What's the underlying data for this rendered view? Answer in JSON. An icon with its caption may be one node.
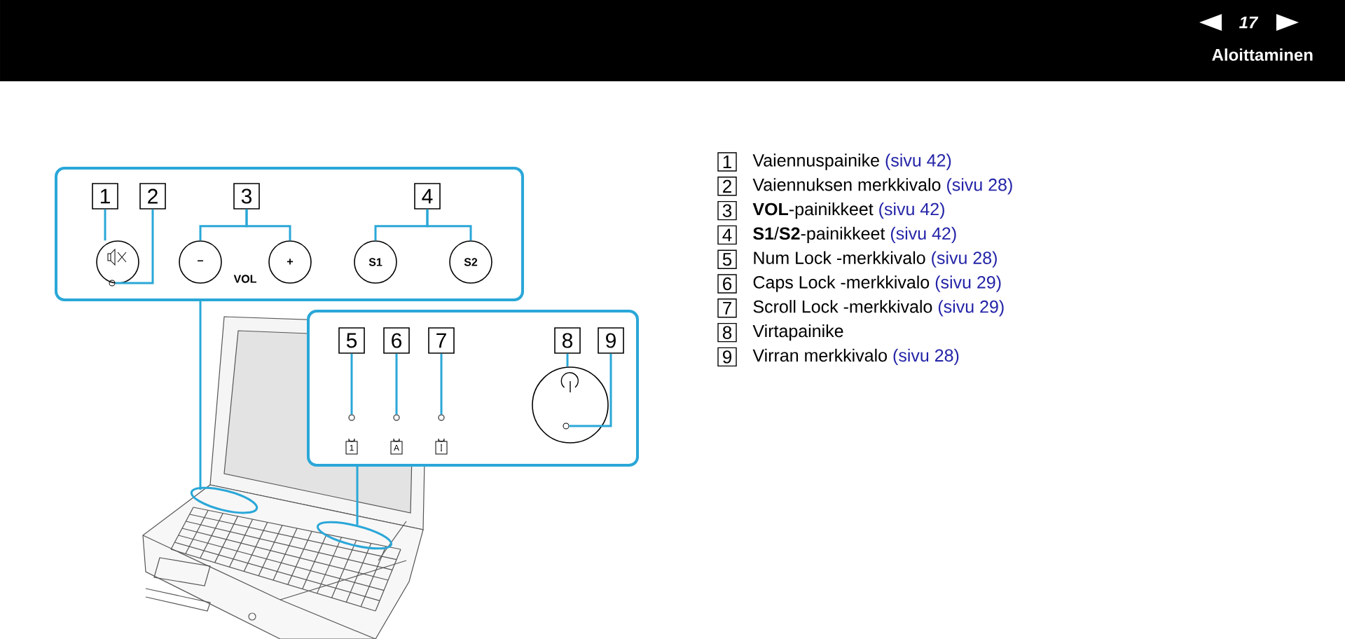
{
  "diagram": {
    "title": "Aloittaminen",
    "nodes": [
      {
        "text": [],
        "shape": "box"
      },
      {
        "text": [
          "1"
        ],
        "in": 0
      },
      {
        "text": [
          "2"
        ],
        "in": 0
      },
      {
        "text": [
          "3"
        ],
        "in": 0
      },
      {
        "text": [
          "4"
        ],
        "in": 0
      },
      {
        "text": [],
        "shape": "circle",
        "in": 0
      },
      {
        "text": [],
        "shape": "circle",
        "in": 5
      },
      {
        "text": [
          "–"
        ],
        "in": 0
      },
      {
        "text": [
          "+"
        ],
        "in": 0
      },
      {
        "text": [
          "S1"
        ],
        "in": 0
      },
      {
        "text": [
          "S2"
        ],
        "in": 0
      },
      {
        "text": [],
        "shape": "box"
      },
      {
        "text": [
          "5"
        ]
      },
      {
        "text": [
          "6"
        ]
      },
      {
        "text": [
          "7"
        ],
        "in": 11
      },
      {
        "text": [
          "8"
        ],
        "in": 11
      },
      {
        "text": [
          "9"
        ],
        "in": 11
      },
      {
        "text": [],
        "shape": "circle"
      },
      {
        "text": [],
        "shape": "circle"
      },
      {
        "text": [],
        "shape": "circle",
        "in": 11
      },
      {
        "text": [],
        "shape": "circle",
        "in": 11
      },
      {
        "text": [],
        "shape": "circle",
        "in": 20
      },
      {
        "text": [],
        "shape": "picture"
      },
      {
        "text": [],
        "shape": "ellipse"
      },
      {
        "text": [],
        "shape": "ellipse"
      }
    ],
    "edges": [
      {
        "from": 1,
        "to": 5,
        "arrow": "none"
      },
      {
        "from": 2,
        "to": 6,
        "arrow": "none"
      },
      {
        "from": 3,
        "to": 7,
        "arrow": "none"
      },
      {
        "from": 3,
        "to": 8,
        "arrow": "none"
      },
      {
        "from": 4,
        "to": 9,
        "arrow": "none"
      },
      {
        "from": 4,
        "to": 10,
        "arrow": "none"
      },
      {
        "from": 12,
        "to": 17,
        "arrow": "none"
      },
      {
        "from": 13,
        "to": 18,
        "arrow": "none"
      },
      {
        "from": 14,
        "to": 19,
        "arrow": "none"
      },
      {
        "from": 15,
        "to": 20,
        "arrow": "none"
      },
      {
        "from": 16,
        "to": 21,
        "arrow": "none"
      },
      {
        "from": 0,
        "to": 23,
        "arrow": "none"
      },
      {
        "from": 11,
        "to": 24,
        "arrow": "none"
      }
    ],
    "labels": [
      "17",
      "1",
      "Vaiennuspainike",
      "(sivu 42)",
      "2",
      "Vaiennuksen merkkivalo",
      "(sivu 28)",
      "3",
      "**VOL**-painikkeet",
      "(sivu 42)",
      "4",
      "**S1**/**S2**-painikkeet",
      "(sivu 42)",
      "5",
      "Num Lock -merkkivalo",
      "(sivu 28)",
      "6",
      "Caps Lock -merkkivalo",
      "(sivu 29)",
      "7",
      "Scroll Lock -merkkivalo",
      "(sivu 29)",
      "8",
      "Virtapainike",
      "9",
      "Virran merkkivalo",
      "(sivu 28)",
      "VOL",
      "1",
      "A"
    ]
  }
}
